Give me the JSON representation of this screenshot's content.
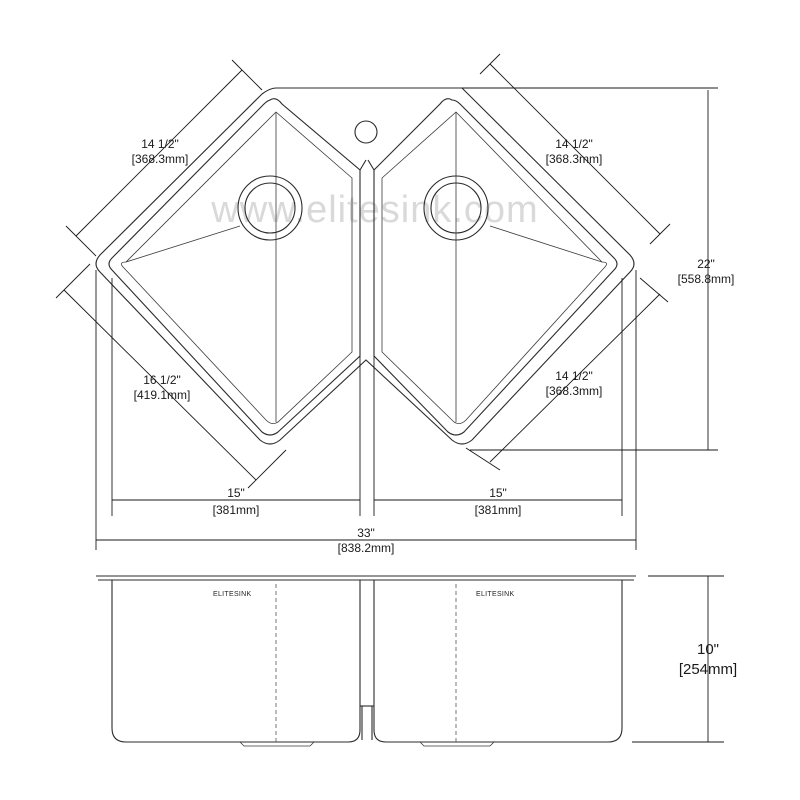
{
  "watermark": "www.elitesink.com",
  "brand_left": "ELITESINK",
  "brand_right": "ELITESINK",
  "dimensions": {
    "top_left_edge": {
      "in": "14 1/2\"",
      "mm": "[368.3mm]"
    },
    "top_right_edge": {
      "in": "14 1/2\"",
      "mm": "[368.3mm]"
    },
    "lower_left_edge": {
      "in": "16 1/2\"",
      "mm": "[419.1mm]"
    },
    "lower_right_edge": {
      "in": "14 1/2\"",
      "mm": "[368.3mm]"
    },
    "depth_front_back": {
      "in": "22\"",
      "mm": "[558.8mm]"
    },
    "left_bowl_width": {
      "in": "15\"",
      "mm": "[381mm]"
    },
    "right_bowl_width": {
      "in": "15\"",
      "mm": "[381mm]"
    },
    "overall_width": {
      "in": "33\"",
      "mm": "[838.2mm]"
    },
    "bowl_depth": {
      "in": "10\"",
      "mm": "[254mm]"
    }
  }
}
